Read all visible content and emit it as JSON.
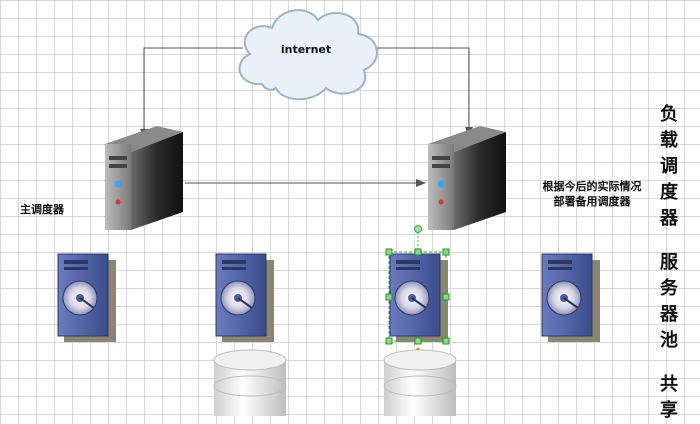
{
  "cloud": {
    "label": "internet"
  },
  "labels": {
    "main_scheduler": "主调度器",
    "backup_note_line1": "根据今后的实际情况",
    "backup_note_line2": "部署备用调度器"
  },
  "side_labels": {
    "load_scheduler": [
      "负",
      "载",
      "调",
      "度",
      "器"
    ],
    "server_pool": [
      "服",
      "务",
      "器",
      "池"
    ],
    "shared": [
      "共",
      "享"
    ]
  },
  "colors": {
    "server_blue": "#4a5c9c",
    "tower_dark": "#2b2b2b",
    "selection_green": "#3cb043",
    "arrow": "#555555"
  }
}
